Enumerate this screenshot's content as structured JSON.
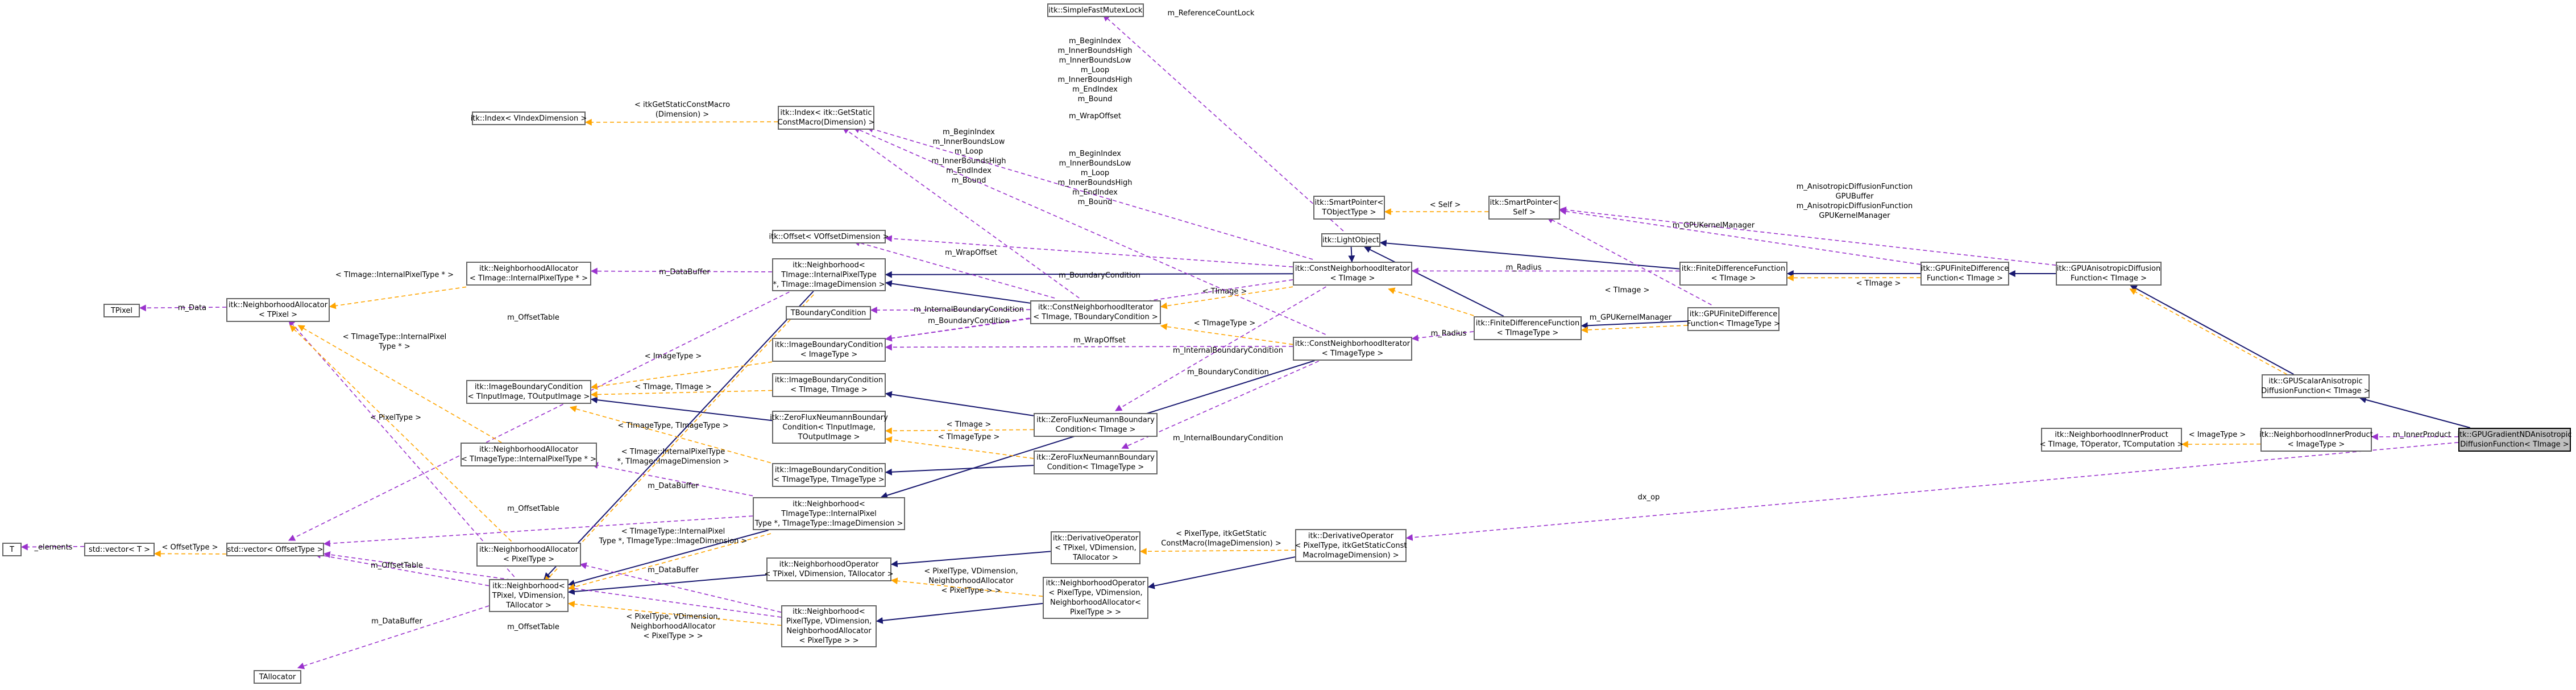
{
  "colors": {
    "inherit": "#191970",
    "usage": "#9a32cd",
    "template": "#ffa500",
    "node_border": "#666666",
    "focus_fill": "#bfbfbf"
  },
  "nodes": [
    {
      "id": "SimpleFastMutexLock",
      "lines": [
        "itk::SimpleFastMutexLock"
      ]
    },
    {
      "id": "IndexGetStatic",
      "lines": [
        "itk::Index< itk::GetStatic",
        "ConstMacro(Dimension) >"
      ]
    },
    {
      "id": "IndexVIndex",
      "lines": [
        "itk::Index< VIndexDimension >"
      ]
    },
    {
      "id": "OffsetVOffset",
      "lines": [
        "itk::Offset< VOffsetDimension >"
      ]
    },
    {
      "id": "NeighborhoodTImage",
      "lines": [
        "itk::Neighborhood<",
        "TImage::InternalPixelType",
        "*, TImage::ImageDimension >"
      ]
    },
    {
      "id": "NeighborhoodAllocatorTImage",
      "lines": [
        "itk::NeighborhoodAllocator",
        "< TImage::InternalPixelType * >"
      ]
    },
    {
      "id": "NeighborhoodAllocatorTPixel",
      "lines": [
        "itk::NeighborhoodAllocator",
        "< TPixel >"
      ]
    },
    {
      "id": "TPixel",
      "lines": [
        "TPixel"
      ]
    },
    {
      "id": "TBoundaryCondition",
      "lines": [
        "TBoundaryCondition"
      ]
    },
    {
      "id": "ImageBoundaryConditionTImage",
      "lines": [
        "itk::ImageBoundaryCondition",
        "< ImageType >"
      ]
    },
    {
      "id": "ImageBoundaryConditionTInput",
      "lines": [
        "itk::ImageBoundaryCondition",
        "< TInputImage, TOutputImage >"
      ]
    },
    {
      "id": "ImageBoundaryConditionTImageTImage",
      "lines": [
        "itk::ImageBoundaryCondition",
        "< TImage, TImage >"
      ]
    },
    {
      "id": "ZeroFluxGeneric",
      "lines": [
        "itk::ZeroFluxNeumannBoundary",
        "Condition< TInputImage,",
        "TOutputImage >"
      ]
    },
    {
      "id": "NeighborhoodAllocatorTImageType",
      "lines": [
        "itk::NeighborhoodAllocator",
        "< TImageType::InternalPixelType * >"
      ]
    },
    {
      "id": "ImageBoundaryConditionTImageType",
      "lines": [
        "itk::ImageBoundaryCondition",
        "< TImageType, TImageType >"
      ]
    },
    {
      "id": "NeighborhoodTImageType",
      "lines": [
        "itk::Neighborhood<",
        "TImageType::InternalPixel",
        "Type *, TImageType::ImageDimension >"
      ]
    },
    {
      "id": "stdVectorOffset",
      "lines": [
        "std::vector< OffsetType >"
      ]
    },
    {
      "id": "stdVectorT",
      "lines": [
        "std::vector< T >"
      ]
    },
    {
      "id": "T",
      "lines": [
        "T"
      ]
    },
    {
      "id": "NeighborhoodAllocatorPixelType",
      "lines": [
        "itk::NeighborhoodAllocator",
        "< PixelType >"
      ]
    },
    {
      "id": "NeighborhoodTPixel",
      "lines": [
        "itk::Neighborhood<",
        "TPixel, VDimension,",
        "TAllocator >"
      ]
    },
    {
      "id": "TAllocator",
      "lines": [
        "TAllocator"
      ]
    },
    {
      "id": "NeighborhoodOperatorTPixel",
      "lines": [
        "itk::NeighborhoodOperator",
        "< TPixel, VDimension, TAllocator >"
      ]
    },
    {
      "id": "NeighborhoodPixelType",
      "lines": [
        "itk::Neighborhood<",
        "PixelType, VDimension,",
        "NeighborhoodAllocator",
        "< PixelType > >"
      ]
    },
    {
      "id": "ConstNeighborhoodIteratorTBoundary",
      "lines": [
        "itk::ConstNeighborhoodIterator",
        "< TImage, TBoundaryCondition >"
      ]
    },
    {
      "id": "ZeroFluxTImage",
      "lines": [
        "itk::ZeroFluxNeumannBoundary",
        "Condition< TImage >"
      ]
    },
    {
      "id": "ZeroFluxTImageType",
      "lines": [
        "itk::ZeroFluxNeumannBoundary",
        "Condition< TImageType >"
      ]
    },
    {
      "id": "DerivativeOperatorTPixel",
      "lines": [
        "itk::DerivativeOperator",
        "< TPixel, VDimension,",
        "TAllocator >"
      ]
    },
    {
      "id": "NeighborhoodOperatorPixelType",
      "lines": [
        "itk::NeighborhoodOperator",
        "< PixelType, VDimension,",
        "NeighborhoodAllocator<",
        "PixelType > >"
      ]
    },
    {
      "id": "ConstNeighborhoodIteratorTImage",
      "lines": [
        "itk::ConstNeighborhoodIterator",
        "< TImage >"
      ]
    },
    {
      "id": "ConstNeighborhoodIteratorTImageType",
      "lines": [
        "itk::ConstNeighborhoodIterator",
        "< TImageType >"
      ]
    },
    {
      "id": "DerivativeOperatorPixelType",
      "lines": [
        "itk::DerivativeOperator",
        "< PixelType, itkGetStaticConst",
        "MacroImageDimension) >"
      ]
    },
    {
      "id": "SmartPointerTObject",
      "lines": [
        "itk::SmartPointer<",
        "TObjectType >"
      ]
    },
    {
      "id": "SmartPointerSelf",
      "lines": [
        "itk::SmartPointer<",
        "Self >"
      ]
    },
    {
      "id": "LightObject",
      "lines": [
        "itk::LightObject"
      ]
    },
    {
      "id": "FiniteDifferenceFunctionTImageType",
      "lines": [
        "itk::FiniteDifferenceFunction",
        "< TImageType >"
      ]
    },
    {
      "id": "FiniteDifferenceFunctionTImage",
      "lines": [
        "itk::FiniteDifferenceFunction",
        "< TImage >"
      ]
    },
    {
      "id": "GPUFiniteDifferenceFunctionTImageType",
      "lines": [
        "itk::GPUFiniteDifference",
        "Function< TImageType >"
      ]
    },
    {
      "id": "GPUFiniteDifferenceFunctionTImage",
      "lines": [
        "itk::GPUFiniteDifference",
        "Function< TImage >"
      ]
    },
    {
      "id": "GPUAnisotropicDiffusionFunction",
      "lines": [
        "itk::GPUAnisotropicDiffusion",
        "Function< TImage >"
      ]
    },
    {
      "id": "GPUScalarAnisotropic",
      "lines": [
        "itk::GPUScalarAnisotropic",
        "DiffusionFunction< TImage >"
      ]
    },
    {
      "id": "NeighborhoodInnerProductFull",
      "lines": [
        "itk::NeighborhoodInnerProduct",
        "< TImage, TOperator, TComputation >"
      ]
    },
    {
      "id": "NeighborhoodInnerProductImageType",
      "lines": [
        "itk::NeighborhoodInnerProduct",
        "< ImageType >"
      ]
    },
    {
      "id": "GPUGradientND",
      "lines": [
        "itk::GPUGradientNDAnisotropic",
        "DiffusionFunction< TImage >"
      ]
    }
  ],
  "edge_labels": [
    {
      "id": "l-reflock",
      "lines": [
        "m_ReferenceCountLock"
      ]
    },
    {
      "id": "l-index1",
      "lines": [
        "m_BeginIndex",
        "m_InnerBoundsHigh",
        "m_InnerBoundsLow",
        "m_Loop",
        "m_InnerBoundsHigh",
        "m_EndIndex",
        "m_Bound"
      ]
    },
    {
      "id": "l-getstatic",
      "lines": [
        "< itkGetStaticConstMacro",
        "(Dimension) >"
      ]
    },
    {
      "id": "l-wrap1",
      "lines": [
        "m_WrapOffset"
      ]
    },
    {
      "id": "l-index2",
      "lines": [
        "m_BeginIndex",
        "m_InnerBoundsLow",
        "m_Loop",
        "m_InnerBoundsHigh",
        "m_EndIndex",
        "m_Bound"
      ]
    },
    {
      "id": "l-index3",
      "lines": [
        "m_BeginIndex",
        "m_InnerBoundsLow",
        "m_Loop",
        "m_InnerBoundsHigh",
        "m_EndIndex",
        "m_Bound"
      ]
    },
    {
      "id": "l-self",
      "lines": [
        "< Self >"
      ]
    },
    {
      "id": "l-aniso",
      "lines": [
        "m_AnisotropicDiffusionFunction",
        "GPUBuffer",
        "m_AnisotropicDiffusionFunction",
        "GPUKernelManager"
      ]
    },
    {
      "id": "l-gpukm1",
      "lines": [
        "m_GPUKernelManager"
      ]
    },
    {
      "id": "l-wrap2",
      "lines": [
        "m_WrapOffset"
      ]
    },
    {
      "id": "l-databuf1",
      "lines": [
        "m_DataBuffer"
      ]
    },
    {
      "id": "l-ntimageinternal",
      "lines": [
        "< TImage::InternalPixelType * >"
      ]
    },
    {
      "id": "l-mdata",
      "lines": [
        "m_Data"
      ]
    },
    {
      "id": "l-bc1",
      "lines": [
        "m_BoundaryCondition"
      ]
    },
    {
      "id": "l-radius1",
      "lines": [
        "m_Radius"
      ]
    },
    {
      "id": "l-timage1",
      "lines": [
        "< TImage >"
      ]
    },
    {
      "id": "l-timage2",
      "lines": [
        "< TImage >"
      ]
    },
    {
      "id": "l-timage3",
      "lines": [
        "< TImage >"
      ]
    },
    {
      "id": "l-ibc1",
      "lines": [
        "m_InternalBoundaryCondition"
      ]
    },
    {
      "id": "l-bc2",
      "lines": [
        "m_BoundaryCondition"
      ]
    },
    {
      "id": "l-offtable1",
      "lines": [
        "m_OffsetTable"
      ]
    },
    {
      "id": "l-imagetype1",
      "lines": [
        "< ImageType >"
      ]
    },
    {
      "id": "l-timagetype1",
      "lines": [
        "< TImageType >"
      ]
    },
    {
      "id": "l-radius2",
      "lines": [
        "m_Radius"
      ]
    },
    {
      "id": "l-gpukm2",
      "lines": [
        "m_GPUKernelManager"
      ]
    },
    {
      "id": "l-ttii",
      "lines": [
        "< TImageType::InternalPixel",
        "Type * >"
      ]
    },
    {
      "id": "l-wrap3",
      "lines": [
        "m_WrapOffset"
      ]
    },
    {
      "id": "l-ibc2",
      "lines": [
        "m_InternalBoundaryCondition"
      ]
    },
    {
      "id": "l-timagetimage",
      "lines": [
        "< TImage, TImage >"
      ]
    },
    {
      "id": "l-bc3",
      "lines": [
        "m_BoundaryCondition"
      ]
    },
    {
      "id": "l-pixeltype1",
      "lines": [
        "< PixelType >"
      ]
    },
    {
      "id": "l-timagetimagetype",
      "lines": [
        "< TImageType, TImageType >"
      ]
    },
    {
      "id": "l-timage4",
      "lines": [
        "< TImage >"
      ]
    },
    {
      "id": "l-timagetype2",
      "lines": [
        "< TImageType >"
      ]
    },
    {
      "id": "l-timageinternaldim",
      "lines": [
        "< TImage::InternalPixelType",
        "*, TImage::ImageDimension >"
      ]
    },
    {
      "id": "l-databuf2",
      "lines": [
        "m_DataBuffer"
      ]
    },
    {
      "id": "l-ibc3",
      "lines": [
        "m_InternalBoundaryCondition"
      ]
    },
    {
      "id": "l-offtable2",
      "lines": [
        "m_OffsetTable"
      ]
    },
    {
      "id": "l-ttidim",
      "lines": [
        "< TImageType::InternalPixel",
        "Type *, TImageType::ImageDimension >"
      ]
    },
    {
      "id": "l-elements",
      "lines": [
        "_elements"
      ]
    },
    {
      "id": "l-offsettype",
      "lines": [
        "< OffsetType >"
      ]
    },
    {
      "id": "l-offtable3",
      "lines": [
        "m_OffsetTable"
      ]
    },
    {
      "id": "l-databuf3",
      "lines": [
        "m_DataBuffer"
      ]
    },
    {
      "id": "l-pixelgetstatic",
      "lines": [
        "< PixelType, itkGetStatic",
        "ConstMacro(ImageDimension) >"
      ]
    },
    {
      "id": "l-pvnap",
      "lines": [
        "< PixelType, VDimension,",
        "NeighborhoodAllocator",
        "< PixelType > >"
      ]
    },
    {
      "id": "l-pvnap2",
      "lines": [
        "< PixelType, VDimension,",
        "NeighborhoodAllocator",
        "< PixelType > >"
      ]
    },
    {
      "id": "l-databuf4",
      "lines": [
        "m_DataBuffer"
      ]
    },
    {
      "id": "l-offtable4",
      "lines": [
        "m_OffsetTable"
      ]
    },
    {
      "id": "l-dxop",
      "lines": [
        "dx_op"
      ]
    },
    {
      "id": "l-innerproduct",
      "lines": [
        "m_InnerProduct"
      ]
    },
    {
      "id": "l-imagetype2",
      "lines": [
        "< ImageType >"
      ]
    }
  ]
}
